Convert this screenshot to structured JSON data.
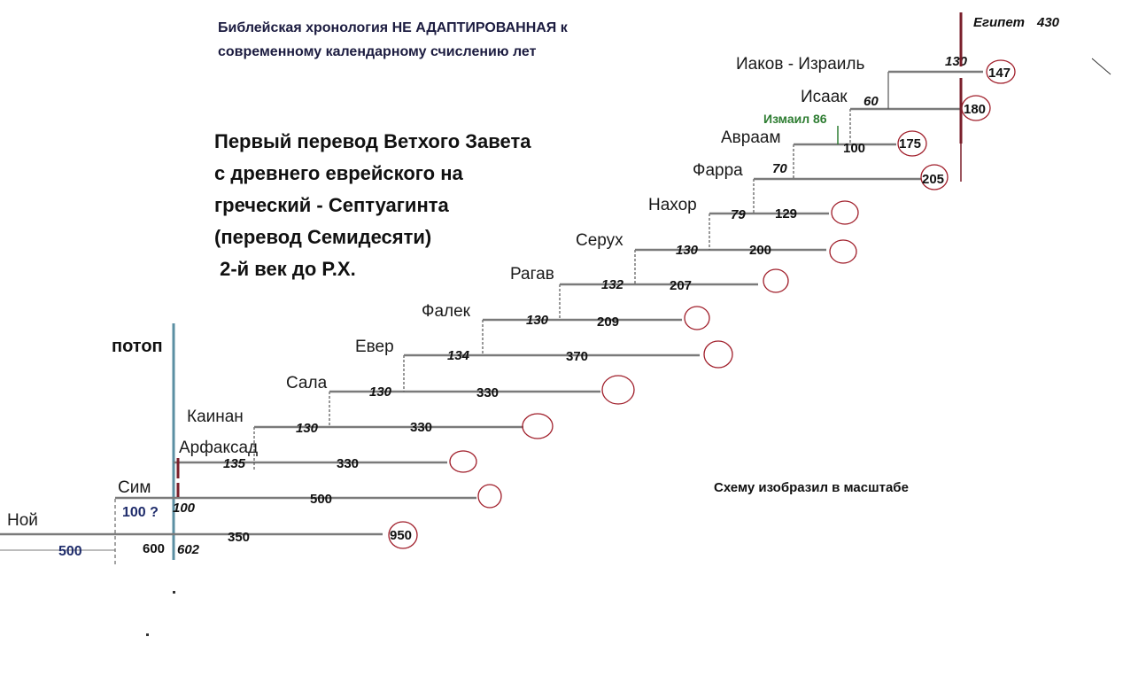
{
  "title": {
    "line1": "Библейская хронология НЕ АДАПТИРОВАННАЯ к",
    "line2": "современному календарному счислению лет"
  },
  "heading": {
    "line1": "Первый перевод Ветхого Завета",
    "line2": "с древнего еврейского на",
    "line3": "греческий - Септуагинта",
    "line4": "(перевод Семидесяти)",
    "line5": " 2-й век до Р.Х."
  },
  "flood_label": "потоп",
  "egypt": {
    "label": "Египет",
    "years": "430"
  },
  "ishmael": "Измаил 86",
  "scale_note": "Схему изобразил в масштабе",
  "colors": {
    "line": "#7a7a7a",
    "flood": "#5b8fa3",
    "marker": "#7a1f2b",
    "circle": "#a01e2a",
    "ishmael": "#2e7d32",
    "blue_text": "#1f2c6b"
  },
  "generations": [
    {
      "name": "Ной",
      "pre_years": "500",
      "age_at_son": "600",
      "flood_age": "602",
      "rest": "350",
      "total": "950"
    },
    {
      "name": "Сим",
      "age_at_son": "100 ?",
      "after_flood": "100",
      "rest": "500",
      "total": ""
    },
    {
      "name": "Арфаксад",
      "age_at_son": "135",
      "rest": "330",
      "total": ""
    },
    {
      "name": "Каинан",
      "age_at_son": "130",
      "rest": "330",
      "total": ""
    },
    {
      "name": "Сала",
      "age_at_son": "130",
      "rest": "330",
      "total": ""
    },
    {
      "name": "Евер",
      "age_at_son": "134",
      "rest": "370",
      "total": ""
    },
    {
      "name": "Фалек",
      "age_at_son": "130",
      "rest": "209",
      "total": ""
    },
    {
      "name": "Рагав",
      "age_at_son": "132",
      "rest": "207",
      "total": ""
    },
    {
      "name": "Серух",
      "age_at_son": "130",
      "rest": "200",
      "total": ""
    },
    {
      "name": "Нахор",
      "age_at_son": "79",
      "rest": "129",
      "total": ""
    },
    {
      "name": "Фарра",
      "age_at_son": "70",
      "rest": "",
      "total": "205"
    },
    {
      "name": "Авраам",
      "age_at_son": "100",
      "rest": "",
      "total": "175"
    },
    {
      "name": "Исаак",
      "age_at_son": "60",
      "rest": "",
      "total": "180"
    },
    {
      "name": "Иаков - Израиль",
      "age_at_son": "130",
      "rest": "",
      "total": "147"
    }
  ]
}
